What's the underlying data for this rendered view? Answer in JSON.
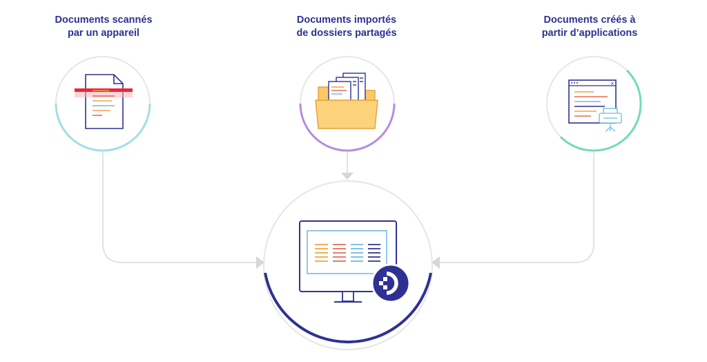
{
  "sources": [
    {
      "id": "scanned",
      "lines": [
        "Documents scannés",
        "par un appareil"
      ],
      "color": "#9ee0e6",
      "icon": "scanned-document-icon"
    },
    {
      "id": "shared",
      "lines": [
        "Documents importés",
        "de dossiers partagés"
      ],
      "color": "#b68be0",
      "icon": "shared-folder-icon"
    },
    {
      "id": "apps",
      "lines": [
        "Documents créés à",
        "partir d’applications"
      ],
      "color": "#6fdcb6",
      "icon": "application-print-icon"
    }
  ],
  "target": {
    "color": "#2e3192",
    "icon": "monitor-with-logo-icon"
  },
  "colors": {
    "text": "#2e3192",
    "connector": "#e2e2e2",
    "circle_base": "#e6e6e6"
  }
}
